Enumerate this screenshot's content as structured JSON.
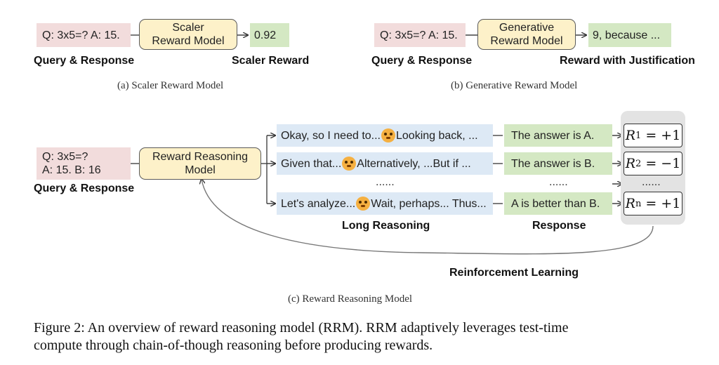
{
  "panel_a": {
    "query": "Q: 3x5=? A: 15.",
    "model_line1": "Scaler",
    "model_line2": "Reward Model",
    "output": "0.92",
    "label_query": "Query & Response",
    "label_output": "Scaler Reward",
    "caption": "(a) Scaler Reward Model"
  },
  "panel_b": {
    "query": "Q: 3x5=? A: 15.",
    "model_line1": "Generative",
    "model_line2": "Reward Model",
    "output": "9, because ...",
    "label_query": "Query & Response",
    "label_output": "Reward with Justification",
    "caption": "(b) Generative Reward Model"
  },
  "panel_c": {
    "query_line1": "Q: 3x5=?",
    "query_line2": "A: 15. B: 16",
    "label_query": "Query & Response",
    "model_line1": "Reward Reasoning",
    "model_line2": "Model",
    "reasoning": [
      {
        "pre": "Okay, so I need to...",
        "post": "Looking back, ..."
      },
      {
        "pre": "Given that...",
        "post": "Alternatively, ...But if ..."
      },
      {
        "pre": "Let's analyze...",
        "post": "Wait, perhaps... Thus..."
      }
    ],
    "responses": [
      "The answer is A.",
      "The answer is B.",
      "A is better than B."
    ],
    "rewards": [
      {
        "sym": "R",
        "sub": "1",
        "val": "= +1"
      },
      {
        "sym": "R",
        "sub": "2",
        "val": "= −1"
      },
      {
        "sym": "R",
        "sub": "n",
        "val": "= +1"
      }
    ],
    "ellipsis_reasoning": "......",
    "ellipsis_response": "......",
    "ellipsis_reward": "......",
    "label_reasoning": "Long Reasoning",
    "label_response": "Response",
    "label_rl": "Reinforcement Learning",
    "caption": "(c) Reward Reasoning Model"
  },
  "figure_caption": {
    "line1": "Figure 2:  An overview of reward reasoning model (RRM).  RRM adaptively leverages test-time",
    "line2": "compute through chain-of-though reasoning before producing rewards."
  }
}
